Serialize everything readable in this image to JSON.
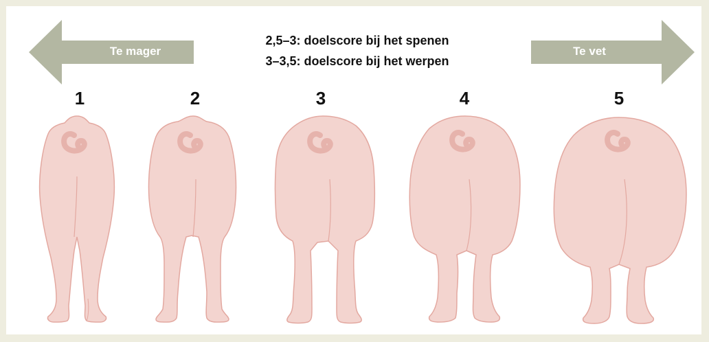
{
  "arrows": {
    "left_label": "Te mager",
    "right_label": "Te vet",
    "color": "#b3b7a2"
  },
  "header": {
    "line1": "2,5–3: doelscore bij het spenen",
    "line2": "3–3,5: doelscore bij het werpen"
  },
  "scores": [
    "1",
    "2",
    "3",
    "4",
    "5"
  ],
  "colors": {
    "pig_fill": "#f3d4cf",
    "pig_outline": "#e3a8a0",
    "tail": "#e6b3ac",
    "background": "#eeeddf",
    "panel": "#ffffff"
  }
}
